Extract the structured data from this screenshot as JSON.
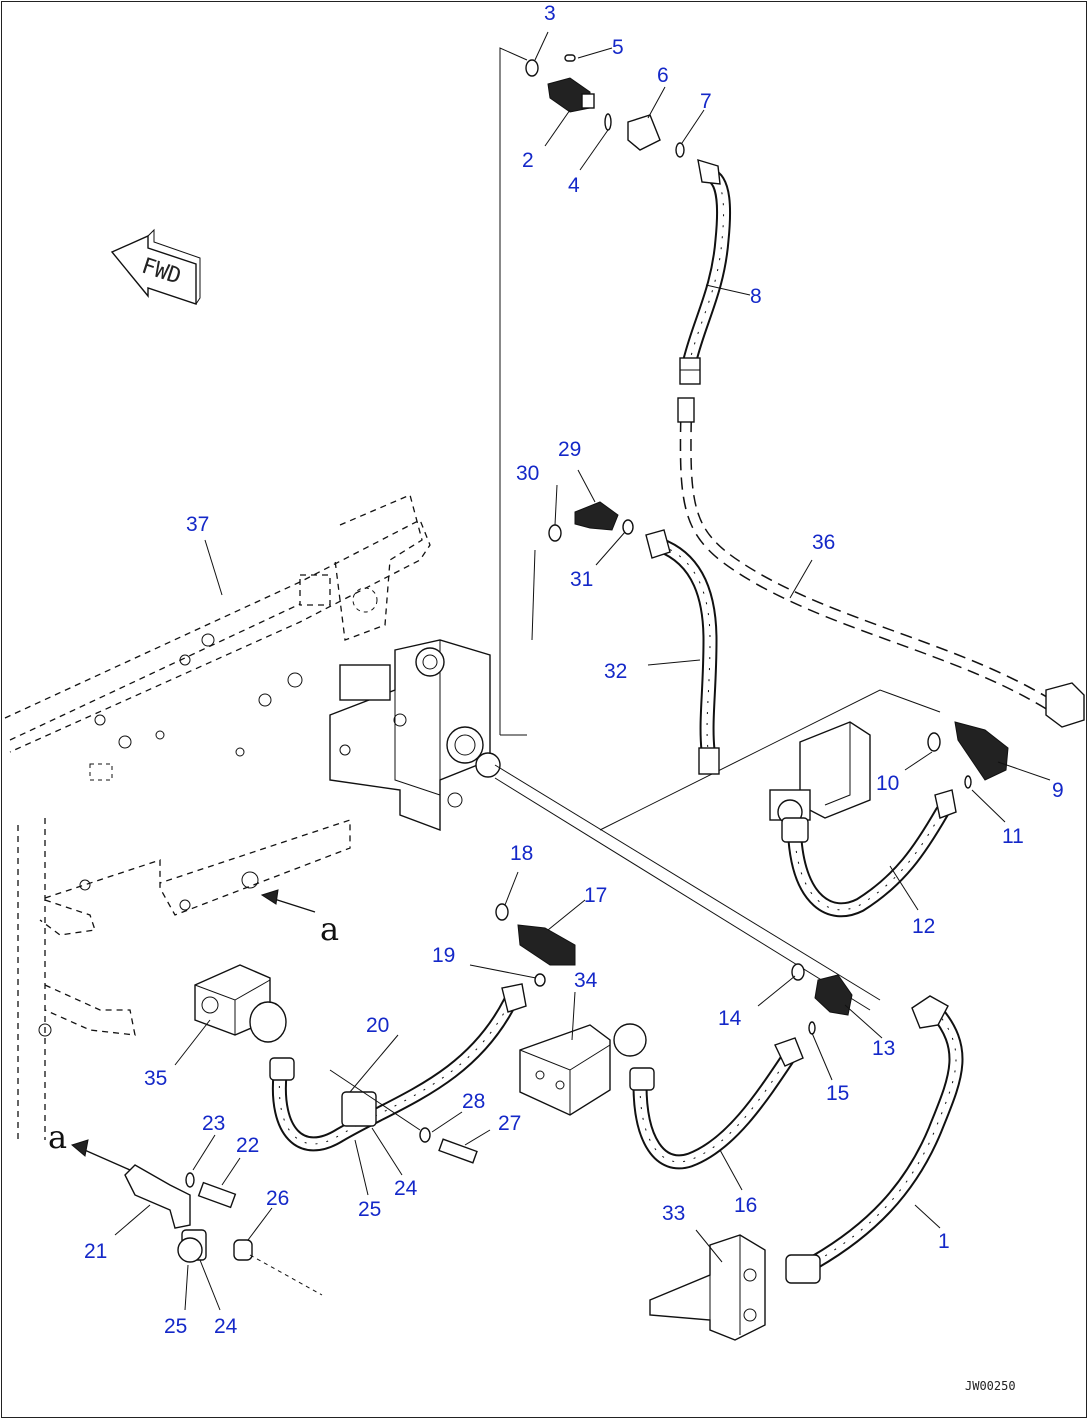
{
  "diagram": {
    "fwd_label": "FWD",
    "drawing_code": "JW00250",
    "view_letters": [
      "a",
      "a"
    ],
    "callouts": [
      "1",
      "2",
      "3",
      "4",
      "5",
      "6",
      "7",
      "8",
      "9",
      "10",
      "11",
      "12",
      "13",
      "14",
      "15",
      "16",
      "17",
      "18",
      "19",
      "20",
      "21",
      "22",
      "23",
      "24",
      "25",
      "26",
      "27",
      "28",
      "29",
      "30",
      "31",
      "32",
      "33",
      "34",
      "35",
      "36",
      "37",
      "24",
      "25"
    ],
    "colors": {
      "callout": "#1428c8",
      "line": "#111111",
      "background": "#ffffff"
    }
  }
}
